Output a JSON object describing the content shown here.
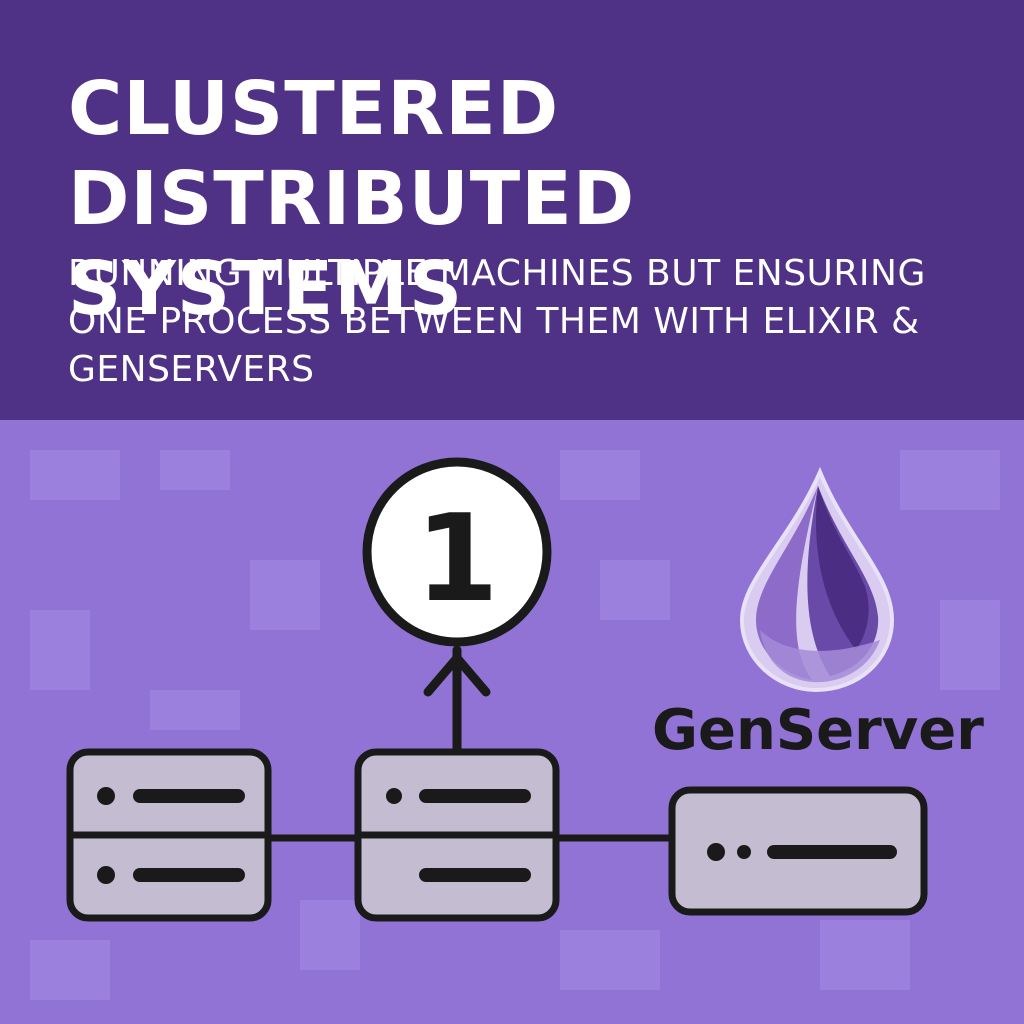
{
  "header": {
    "title": "CLUSTERED DISTRIBUTED SYSTEMS",
    "subtitle": "RUNNING MULTIPLE MACHINES BUT ENSURING ONE PROCESS BETWEEN THEM WITH ELIXIR & GENSERVERS"
  },
  "diagram": {
    "single_process_number": "1",
    "brand_label": "GenServer",
    "logo": "elixir-drop-icon",
    "server_count": 3
  },
  "colors": {
    "header_bg": "#4f3186",
    "diagram_bg": "#9173d6",
    "server_fill": "#c4bdd2",
    "outline": "#1a1a1a",
    "drop_dark": "#4b2e83",
    "drop_light": "#b39ddb"
  }
}
